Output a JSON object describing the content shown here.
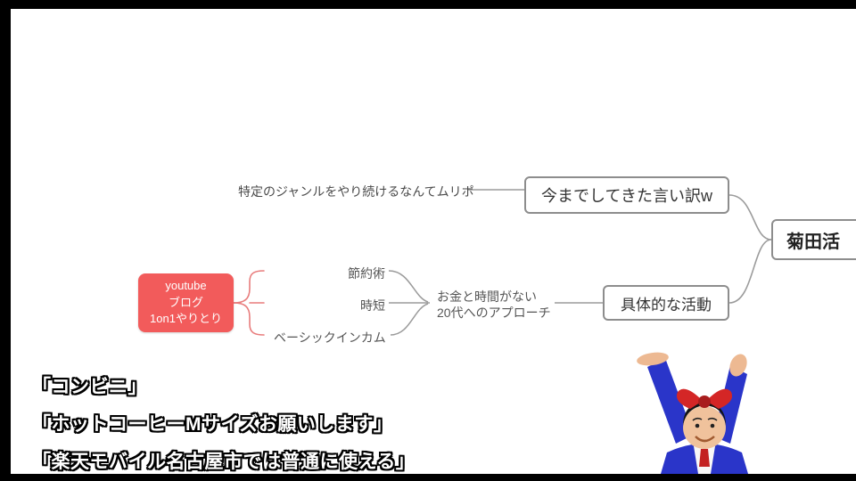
{
  "frame": {
    "bg": "#000000",
    "canvas_bg": "#ffffff"
  },
  "mindmap": {
    "leaf_excuse": "特定のジャンルをやり続けるなんてムリポ",
    "box_excuses": "今までしてきた言い訳w",
    "box_root": "菊田活",
    "topic_node": {
      "lines": [
        "youtube",
        "ブログ",
        "1on1やりとり"
      ]
    },
    "children": [
      "節約術",
      "時短",
      "ベーシックインカム"
    ],
    "approach": {
      "lines": [
        "お金と時間がない",
        "20代へのアプローチ"
      ]
    },
    "box_activity": "具体的な活動",
    "colors": {
      "topic_node_bg": "#f25b5b",
      "topic_node_text": "#ffffff",
      "branch_red": "#e87c7c",
      "line_gray": "#9b9b9b",
      "box_border": "#8d8d8d",
      "box_text": "#333333",
      "leaf_text": "#4a4a4a"
    }
  },
  "captions": {
    "lines": [
      "「コンビニ」",
      "「ホットコーヒーMサイズお願いします」",
      "「楽天モバイル名古屋市では普通に使える」"
    ],
    "text_color": "#ffffff",
    "outline_color": "#000000"
  },
  "icons": {
    "person": "man-arms-raised-red-ribbon-icon"
  }
}
